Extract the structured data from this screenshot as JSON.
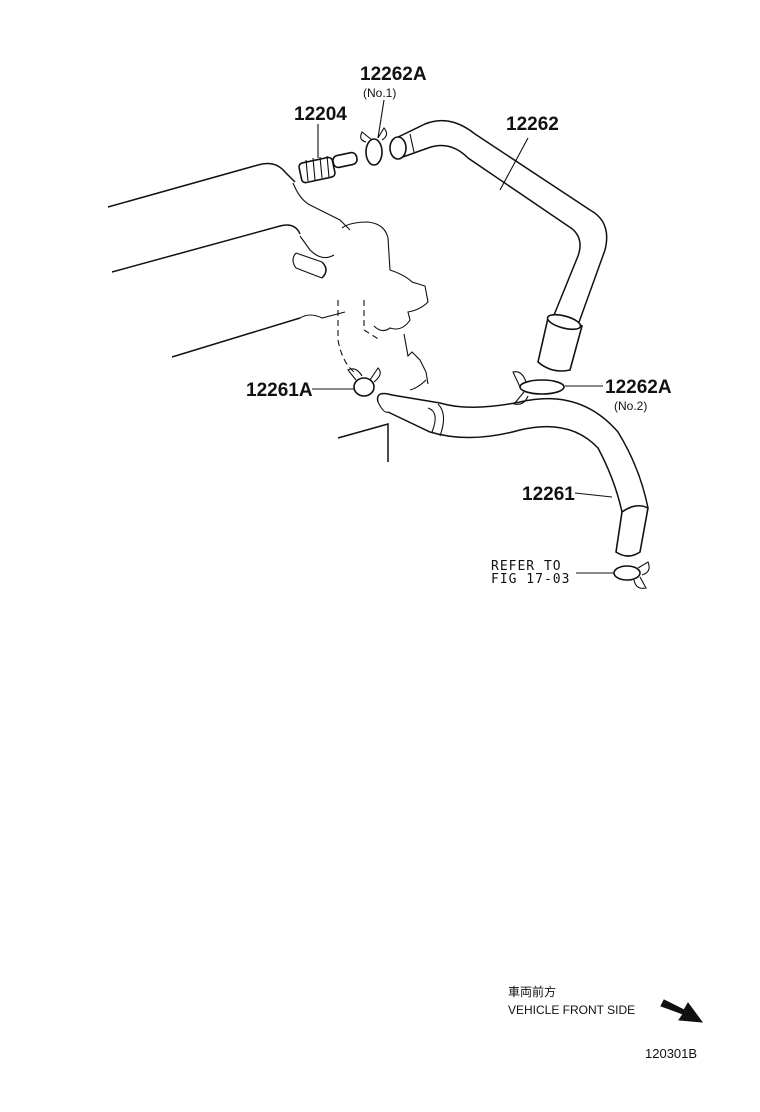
{
  "parts": {
    "p12262A_no1": {
      "number": "12262A",
      "note": "(No.1)"
    },
    "p12204": {
      "number": "12204"
    },
    "p12262": {
      "number": "12262"
    },
    "p12261A": {
      "number": "12261A"
    },
    "p12262A_no2": {
      "number": "12262A",
      "note": "(No.2)"
    },
    "p12261": {
      "number": "12261"
    }
  },
  "reference": {
    "line1": "REFER TO",
    "line2": "FIG 17-03"
  },
  "orientation": {
    "label_jp": "車両前方",
    "label_en": "VEHICLE FRONT SIDE",
    "arrow_icon": "arrow-down-right-icon"
  },
  "diagram_code": "120301B"
}
